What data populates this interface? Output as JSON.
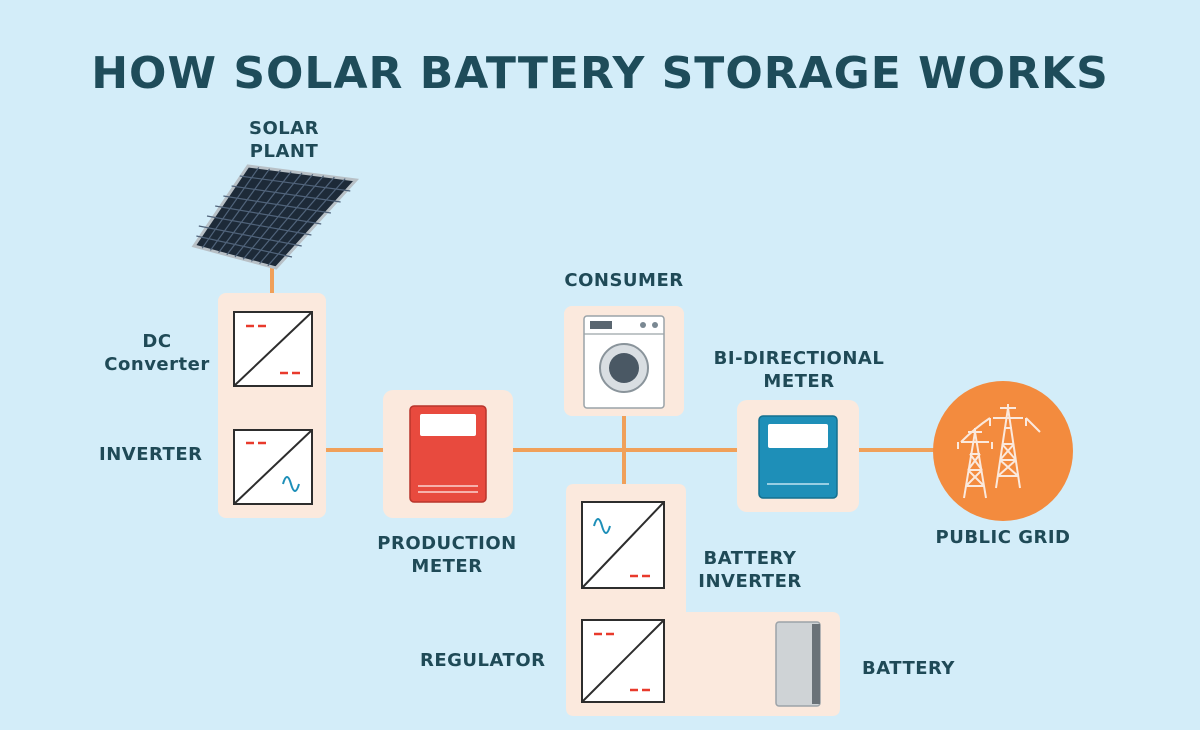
{
  "title": "HOW SOLAR BATTERY STORAGE WORKS",
  "labels": {
    "solar_plant": [
      "SOLAR",
      "PLANT"
    ],
    "dc_converter": [
      "DC",
      "Converter"
    ],
    "inverter": "INVERTER",
    "production_meter": [
      "PRODUCTION",
      "METER"
    ],
    "consumer": "CONSUMER",
    "bidirectional_meter": [
      "BI-DIRECTIONAL",
      "METER"
    ],
    "public_grid": "PUBLIC GRID",
    "battery_inverter": [
      "BATTERY",
      "INVERTER"
    ],
    "regulator": "REGULATOR",
    "battery": "BATTERY"
  },
  "colors": {
    "background": "#d3edf9",
    "line": "#f0a05a",
    "box": "#fbe9dd",
    "production_meter": "#e84a3e",
    "bidirectional_meter": "#1e8fb8",
    "grid": "#f38b3e",
    "text": "#1f4a57"
  }
}
